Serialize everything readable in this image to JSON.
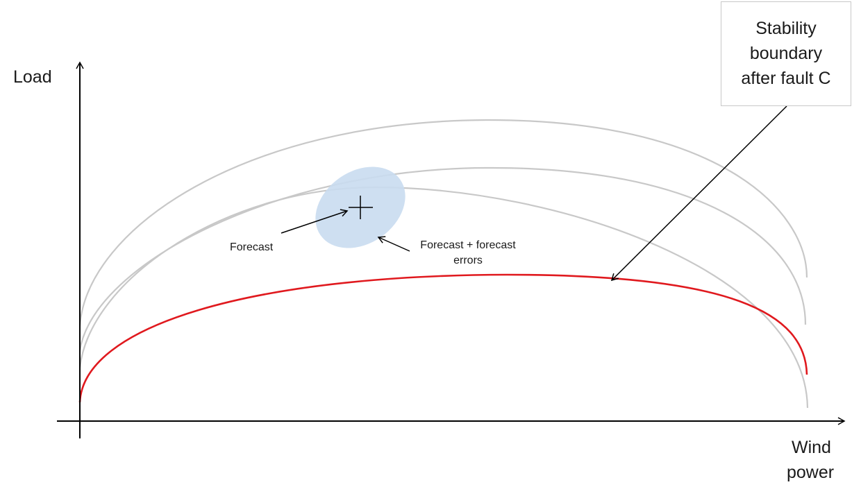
{
  "axes": {
    "y_label": "Load",
    "x_label_line1": "Wind",
    "x_label_line2": "power"
  },
  "callout": {
    "line1": "Stability",
    "line2": "boundary",
    "line3": "after fault C"
  },
  "annotations": {
    "forecast": "Forecast",
    "forecast_errors_line1": "Forecast + forecast",
    "forecast_errors_line2": "errors"
  },
  "colors": {
    "boundary_gray": "#c8c8c8",
    "boundary_fault_c": "#e0191e",
    "uncertainty_ellipse": "#c9dcef",
    "axis": "#000000"
  }
}
